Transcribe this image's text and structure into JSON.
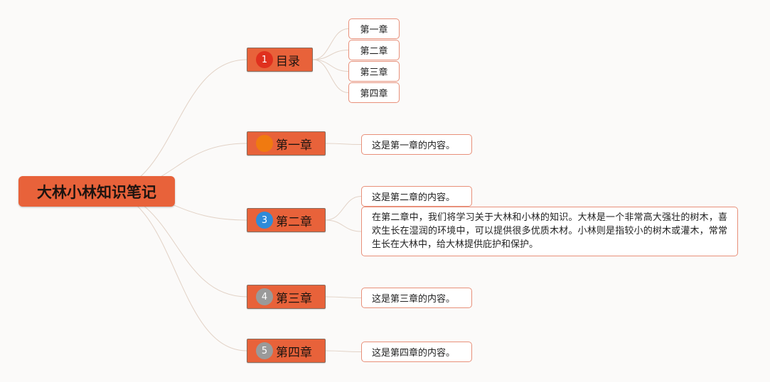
{
  "root": {
    "label": "大林小林知识笔记"
  },
  "branches": [
    {
      "label": "目录",
      "marker": {
        "text": "1",
        "color": "#e0301e"
      },
      "children": [
        "第一章",
        "第二章",
        "第三章",
        "第四章"
      ]
    },
    {
      "label": "第一章",
      "marker": {
        "text": "",
        "color": "#f07a10"
      },
      "children": [
        "这是第一章的内容。"
      ]
    },
    {
      "label": "第二章",
      "marker": {
        "text": "3",
        "color": "#2f8bd8"
      },
      "children": [
        "这是第二章的内容。",
        "在第二章中，我们将学习关于大林和小林的知识。大林是一个非常高大强壮的树木，喜欢生长在湿润的环境中，可以提供很多优质木材。小林则是指较小的树木或灌木，常常生长在大林中，给大林提供庇护和保护。"
      ]
    },
    {
      "label": "第三章",
      "marker": {
        "text": "4",
        "color": "#9a9a9a"
      },
      "children": [
        "这是第三章的内容。"
      ]
    },
    {
      "label": "第四章",
      "marker": {
        "text": "5",
        "color": "#9a9a9a"
      },
      "children": [
        "这是第四章的内容。"
      ]
    }
  ],
  "colors": {
    "branch_fill": "#e8623a",
    "leaf_border": "#e8907a",
    "link_line": "#e2d2c6"
  }
}
